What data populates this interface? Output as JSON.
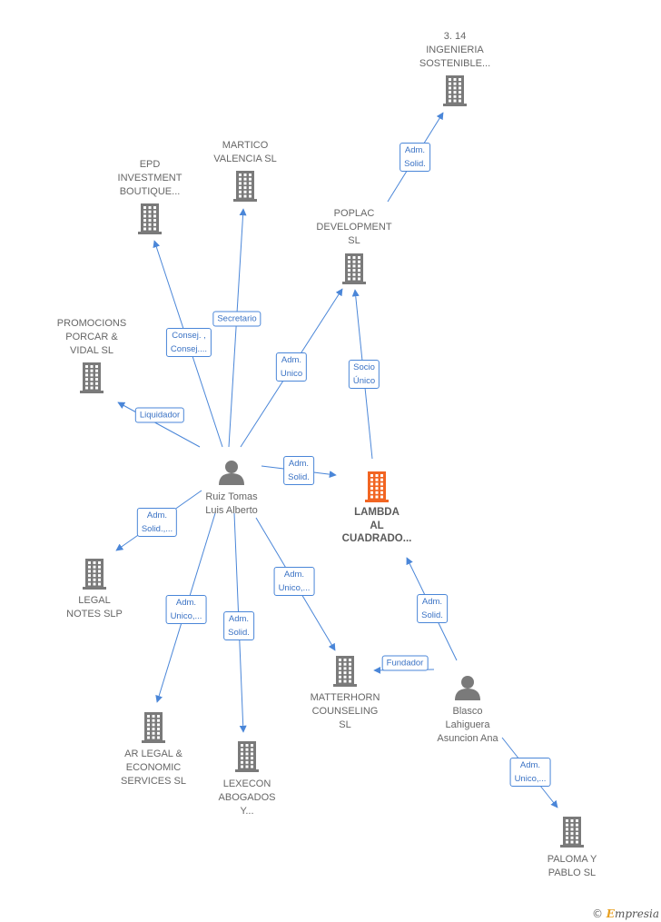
{
  "colors": {
    "edge": "#4a86d8",
    "building": "#7a7a7a",
    "building_main": "#f26522",
    "person": "#7a7a7a",
    "label": "#666666"
  },
  "nodes": [
    {
      "id": "n314",
      "type": "company",
      "label": "3. 14\nINGENIERIA\nSOSTENIBLE..."
    },
    {
      "id": "epd",
      "type": "company",
      "label": "EPD\nINVESTMENT\nBOUTIQUE..."
    },
    {
      "id": "martico",
      "type": "company",
      "label": "MARTICO\nVALENCIA SL"
    },
    {
      "id": "poplac",
      "type": "company",
      "label": "POPLAC\nDEVELOPMENT\nSL"
    },
    {
      "id": "promocions",
      "type": "company",
      "label": "PROMOCIONS\nPORCAR &\nVIDAL SL"
    },
    {
      "id": "ruiz",
      "type": "person",
      "label": "Ruiz Tomas\nLuis Alberto"
    },
    {
      "id": "lambda",
      "type": "company_main",
      "label": "LAMBDA\nAL\nCUADRADO..."
    },
    {
      "id": "legal",
      "type": "company",
      "label": "LEGAL\nNOTES SLP"
    },
    {
      "id": "blasco",
      "type": "person",
      "label": "Blasco\nLahiguera\nAsuncion Ana"
    },
    {
      "id": "matterhorn",
      "type": "company",
      "label": "MATTERHORN\nCOUNSELING\nSL"
    },
    {
      "id": "arlegal",
      "type": "company",
      "label": "AR LEGAL &\nECONOMIC\nSERVICES SL"
    },
    {
      "id": "lexecon",
      "type": "company",
      "label": "LEXECON\nABOGADOS\nY..."
    },
    {
      "id": "paloma",
      "type": "company",
      "label": "PALOMA Y\nPABLO SL"
    }
  ],
  "edges": [
    {
      "from": "poplac",
      "to": "n314",
      "label": "Adm.\nSolid."
    },
    {
      "from": "ruiz",
      "to": "epd",
      "label": "Consej. ,\nConsej...."
    },
    {
      "from": "ruiz",
      "to": "martico",
      "label": "Secretario"
    },
    {
      "from": "ruiz",
      "to": "poplac",
      "label": "Adm.\nUnico"
    },
    {
      "from": "lambda",
      "to": "poplac",
      "label": "Socio\nÚnico"
    },
    {
      "from": "ruiz",
      "to": "promocions",
      "label": "Liquidador"
    },
    {
      "from": "ruiz",
      "to": "lambda",
      "label": "Adm.\nSolid."
    },
    {
      "from": "ruiz",
      "to": "legal",
      "label": "Adm.\nSolid.,..."
    },
    {
      "from": "ruiz",
      "to": "arlegal",
      "label": "Adm.\nUnico,..."
    },
    {
      "from": "ruiz",
      "to": "lexecon",
      "label": "Adm.\nSolid."
    },
    {
      "from": "ruiz",
      "to": "matterhorn",
      "label": "Adm.\nUnico,..."
    },
    {
      "from": "blasco",
      "to": "lambda",
      "label": "Adm.\nSolid."
    },
    {
      "from": "blasco",
      "to": "matterhorn",
      "label": "Fundador"
    },
    {
      "from": "blasco",
      "to": "paloma",
      "label": "Adm.\nUnico,..."
    }
  ],
  "brand": {
    "copyright": "©",
    "first_letter": "E",
    "rest": "mpresia"
  }
}
